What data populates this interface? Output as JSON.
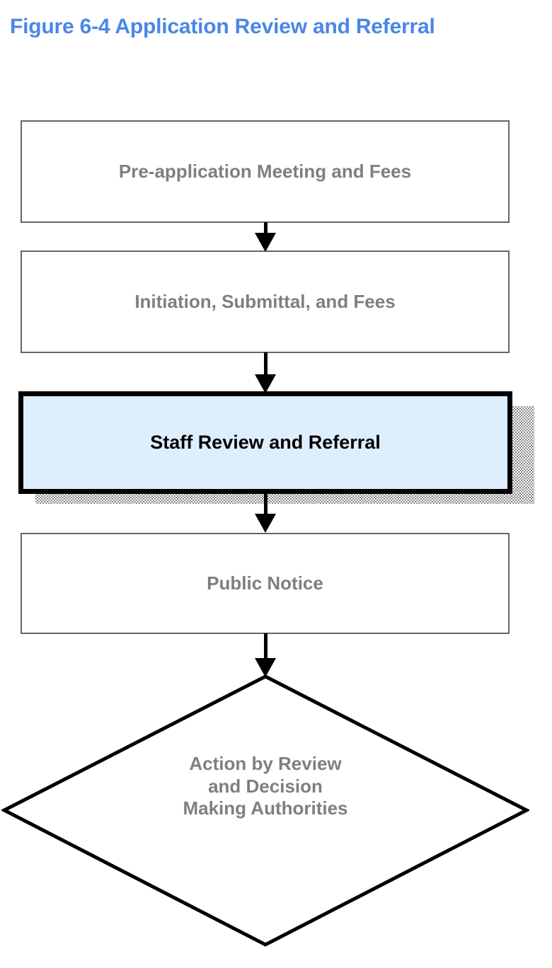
{
  "figure": {
    "title": "Figure 6-4 Application Review and Referral",
    "title_color": "#4a86e8"
  },
  "colors": {
    "plain_box_border": "#666666",
    "plain_box_text": "#7f7f7f",
    "highlight_fill": "#deeefc",
    "highlight_border": "#000000",
    "highlight_text": "#000000",
    "shadow_gray": "#8c8c8c",
    "arrow": "#000000",
    "diamond_outline": "#000000",
    "diamond_text": "#7f7f7f"
  },
  "flowchart": {
    "type": "flowchart",
    "orientation": "top-to-bottom",
    "nodes": [
      {
        "id": "pre-application-meeting-and-fees",
        "label": "Pre-application Meeting and Fees",
        "shape": "rectangle",
        "emphasis": "normal"
      },
      {
        "id": "initiation-submittal-and-fees",
        "label": "Initiation, Submittal, and Fees",
        "shape": "rectangle",
        "emphasis": "normal"
      },
      {
        "id": "staff-review-and-referral",
        "label": "Staff Review and Referral",
        "shape": "rectangle",
        "emphasis": "highlighted"
      },
      {
        "id": "public-notice",
        "label": "Public Notice",
        "shape": "rectangle",
        "emphasis": "normal"
      },
      {
        "id": "action-by-review-and-decision-making-authorities",
        "label_lines": [
          "Action by Review",
          "and Decision",
          "Making Authorities"
        ],
        "shape": "diamond",
        "emphasis": "normal"
      }
    ],
    "edges": [
      {
        "from": "pre-application-meeting-and-fees",
        "to": "initiation-submittal-and-fees",
        "style": "arrow-down"
      },
      {
        "from": "initiation-submittal-and-fees",
        "to": "staff-review-and-referral",
        "style": "arrow-down"
      },
      {
        "from": "staff-review-and-referral",
        "to": "public-notice",
        "style": "arrow-down"
      },
      {
        "from": "public-notice",
        "to": "action-by-review-and-decision-making-authorities",
        "style": "arrow-down"
      }
    ]
  }
}
